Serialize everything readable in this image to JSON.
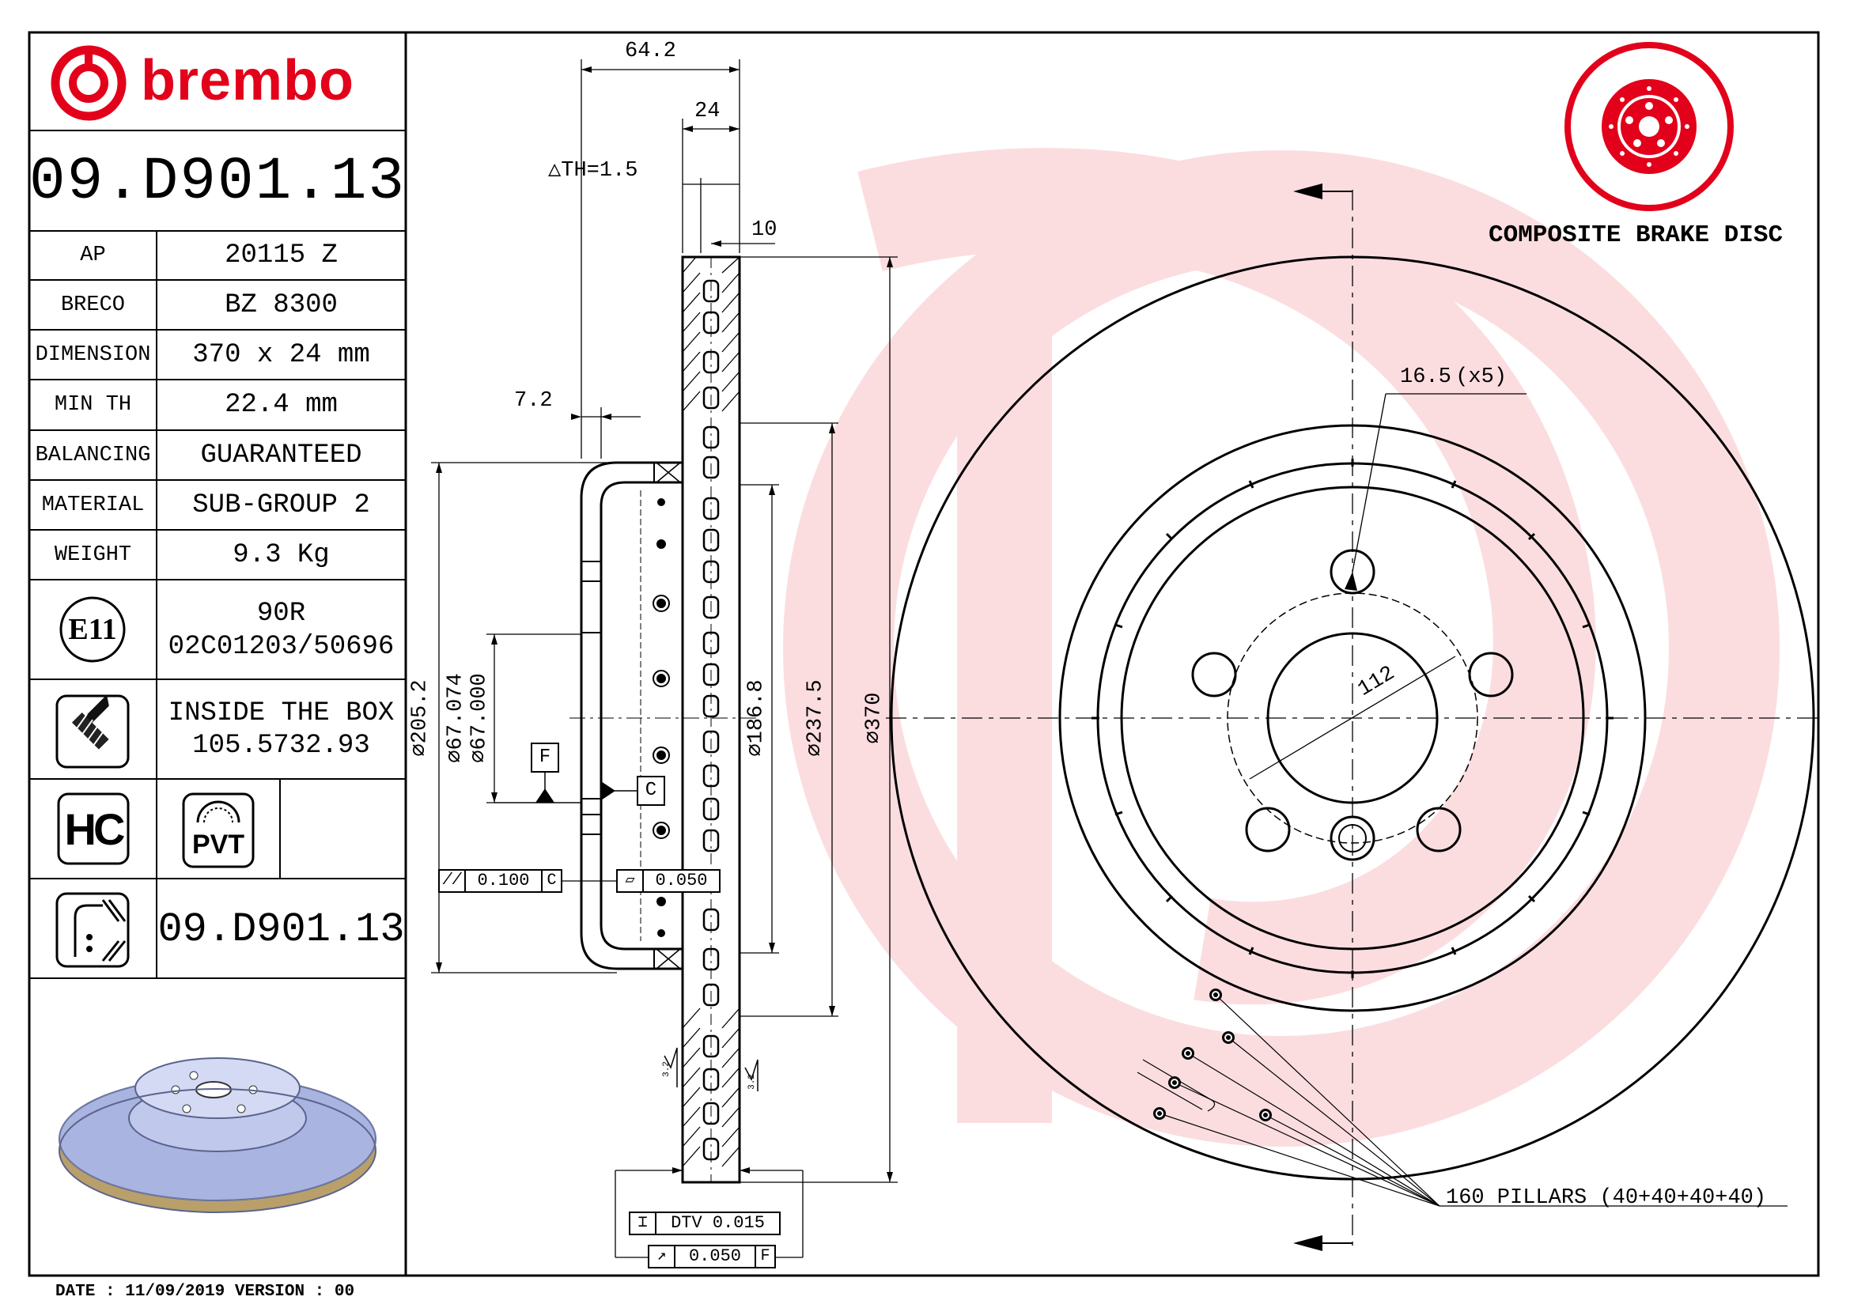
{
  "brand": {
    "name": "brembo",
    "color": "#e2001a"
  },
  "part_number": "09.D901.13",
  "specs": [
    {
      "label": "AP",
      "value": "20115 Z"
    },
    {
      "label": "BRECO",
      "value": "BZ 8300"
    },
    {
      "label": "DIMENSION",
      "value": "370 x 24 mm"
    },
    {
      "label": "MIN TH",
      "value": "22.4 mm"
    },
    {
      "label": "BALANCING",
      "value": "GUARANTEED"
    },
    {
      "label": "MATERIAL",
      "value": "SUB-GROUP 2"
    },
    {
      "label": "WEIGHT",
      "value": "9.3 Kg"
    }
  ],
  "approval": {
    "mark": "E11",
    "line1": "90R",
    "line2": "02C01203/50696"
  },
  "inside_box": {
    "icon": "screw-icon",
    "line1": "INSIDE THE BOX",
    "line2": "105.5732.93"
  },
  "badges": {
    "hc": "HC",
    "pvt": "PVT"
  },
  "footer_part_number": "09.D901.13",
  "date_line": "DATE : 11/09/2019 VERSION : 00",
  "title": "COMPOSITE BRAKE DISC",
  "dimensions": {
    "overall_width": "64.2",
    "thickness": "24",
    "th_tolerance": "△TH=1.5",
    "ring_offset": "10",
    "hat_offset": "7.2",
    "d205": "⌀205.2",
    "d67_max": "⌀67.074",
    "d67_min": "⌀67.000",
    "d186": "⌀186.8",
    "d237": "⌀237.5",
    "d370": "⌀370",
    "holes": "16.5 (x5)",
    "pcd": "112",
    "pillars": "160 PILLARS (40+40+40+40)",
    "roughness_1": "3.2",
    "roughness_2": "3.2"
  },
  "datums": {
    "f": "F",
    "c": "C"
  },
  "tolerances": {
    "parallelism": {
      "symbol": "//",
      "value": "0.100",
      "datum": "C"
    },
    "flatness": {
      "symbol": "▱",
      "value": "0.050"
    },
    "dtv": {
      "symbol": "⌶",
      "value": "DTV 0.015"
    },
    "runout": {
      "symbol": "↗",
      "value": "0.050",
      "datum": "F"
    }
  }
}
